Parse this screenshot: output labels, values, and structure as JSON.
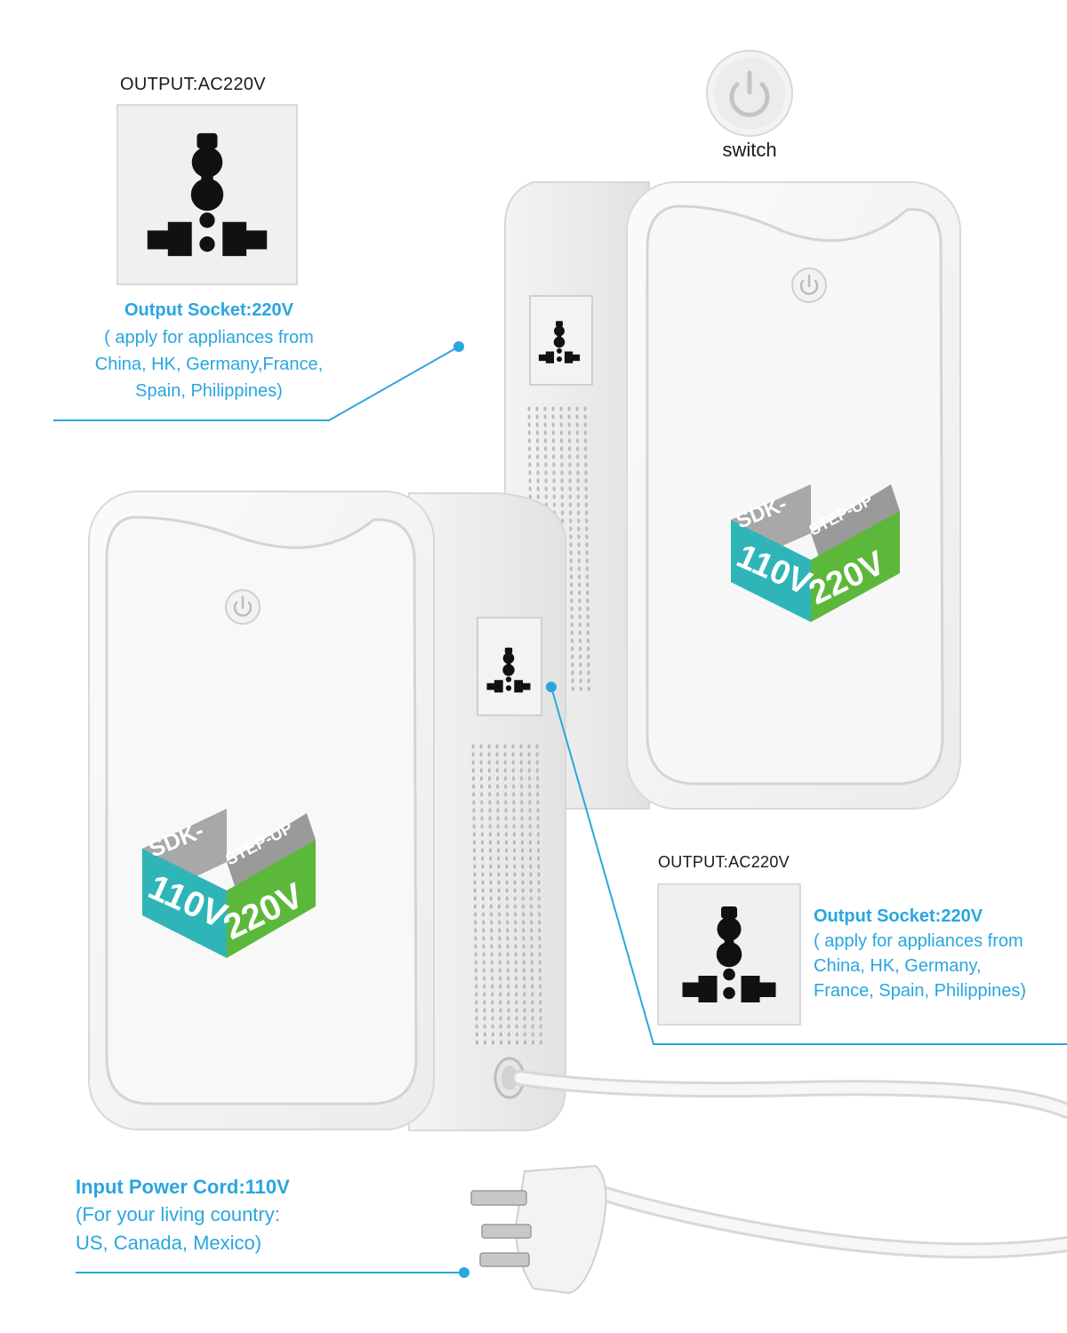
{
  "top_left_callout": {
    "output_label": "OUTPUT:AC220V",
    "heading": "Output Socket:220V",
    "lines": [
      "( apply for appliances from",
      "China, HK, Germany,France,",
      "Spain, Philippines)"
    ]
  },
  "switch_callout": {
    "label": "switch"
  },
  "right_callout": {
    "output_label": "OUTPUT:AC220V",
    "heading": "Output Socket:220V",
    "lines": [
      "( apply for appliances from",
      "China, HK, Germany,",
      "France, Spain, Philippines)"
    ]
  },
  "input_callout": {
    "heading": "Input Power Cord:110V",
    "lines": [
      "(For your living country:",
      "US, Canada, Mexico)"
    ]
  },
  "logo": {
    "brand": "SDK-",
    "subtitle": "STEP-UP",
    "input_voltage": "110V",
    "output_voltage": "220V"
  },
  "colors": {
    "accent": "#29a6e0",
    "logo_teal": "#2fb5b8",
    "logo_green": "#5cb83a",
    "logo_gray": "#9a9a9a"
  }
}
